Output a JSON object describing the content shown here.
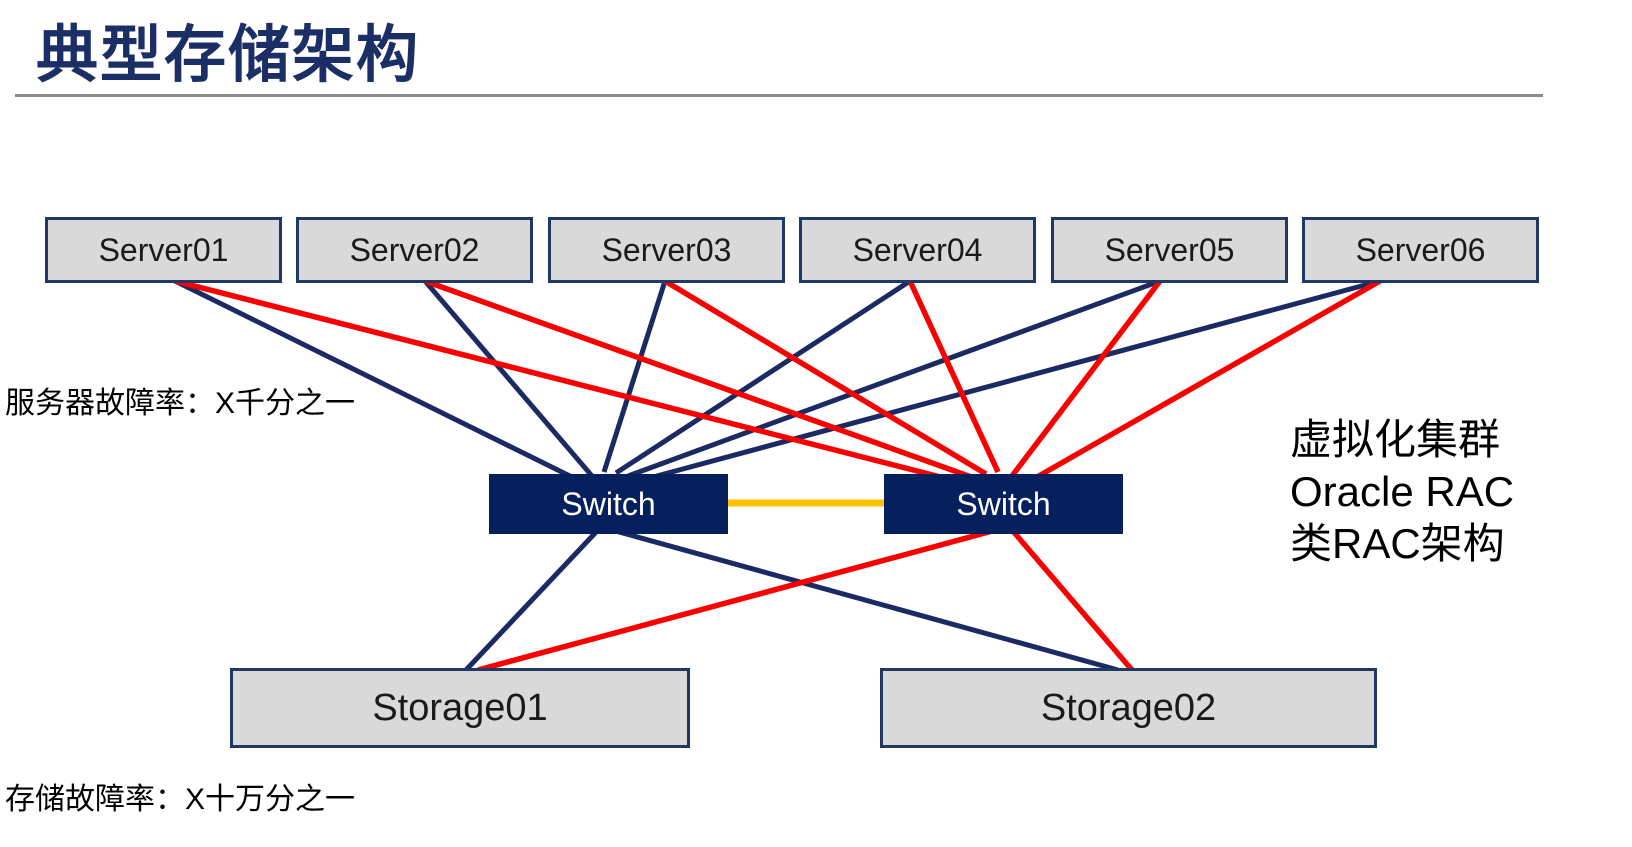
{
  "title": "典型存储架构",
  "annotations": {
    "server_failure_rate": "服务器故障率：X千分之一",
    "storage_failure_rate": "存储故障率：X十万分之一",
    "cluster_note_lines": [
      "虚拟化集群",
      "Oracle RAC",
      "类RAC架构"
    ]
  },
  "nodes": {
    "servers": [
      {
        "id": "server01",
        "label": "Server01"
      },
      {
        "id": "server02",
        "label": "Server02"
      },
      {
        "id": "server03",
        "label": "Server03"
      },
      {
        "id": "server04",
        "label": "Server04"
      },
      {
        "id": "server05",
        "label": "Server05"
      },
      {
        "id": "server06",
        "label": "Server06"
      }
    ],
    "switches": [
      {
        "id": "switch-a",
        "label": "Switch"
      },
      {
        "id": "switch-b",
        "label": "Switch"
      }
    ],
    "storages": [
      {
        "id": "storage01",
        "label": "Storage01"
      },
      {
        "id": "storage02",
        "label": "Storage02"
      }
    ]
  },
  "edges": [
    {
      "from": "Server01",
      "to": "Switch-A",
      "link": "blue"
    },
    {
      "from": "Server02",
      "to": "Switch-A",
      "link": "blue"
    },
    {
      "from": "Server03",
      "to": "Switch-A",
      "link": "blue"
    },
    {
      "from": "Server04",
      "to": "Switch-A",
      "link": "blue"
    },
    {
      "from": "Server05",
      "to": "Switch-A",
      "link": "blue"
    },
    {
      "from": "Server06",
      "to": "Switch-A",
      "link": "blue"
    },
    {
      "from": "Server01",
      "to": "Switch-B",
      "link": "red"
    },
    {
      "from": "Server02",
      "to": "Switch-B",
      "link": "red"
    },
    {
      "from": "Server03",
      "to": "Switch-B",
      "link": "red"
    },
    {
      "from": "Server04",
      "to": "Switch-B",
      "link": "red"
    },
    {
      "from": "Server05",
      "to": "Switch-B",
      "link": "red"
    },
    {
      "from": "Server06",
      "to": "Switch-B",
      "link": "red"
    },
    {
      "from": "Switch-A",
      "to": "Switch-B",
      "link": "yellow"
    },
    {
      "from": "Switch-A",
      "to": "Storage01",
      "link": "blue"
    },
    {
      "from": "Switch-A",
      "to": "Storage02",
      "link": "blue"
    },
    {
      "from": "Switch-B",
      "to": "Storage01",
      "link": "red"
    },
    {
      "from": "Switch-B",
      "to": "Storage02",
      "link": "red"
    }
  ],
  "colors": {
    "title_color": "#1B2E66",
    "node_fill": "#D9D9D9",
    "node_border": "#1F3864",
    "node_text": "#1A1A1A",
    "switch_fill": "#06205E",
    "switch_text": "#FFFFFF",
    "link_blue": "#1B2A63",
    "link_red": "#FB0000",
    "link_yellow": "#FFC000",
    "divider_color": "#8C8C8C",
    "note_text": "#000000"
  }
}
